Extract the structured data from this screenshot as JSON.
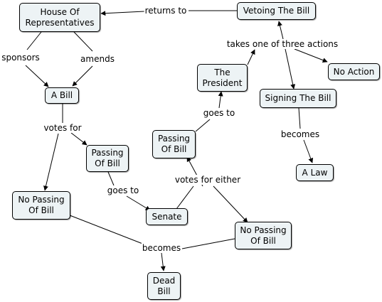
{
  "concepts": {
    "house": "House Of\nRepresentatives",
    "vetoing": "Vetoing The Bill",
    "a_bill": "A Bill",
    "president": "The\nPresident",
    "no_action": "No Action",
    "signing": "Signing The Bill",
    "passing_left": "Passing\nOf Bill",
    "passing_mid": "Passing\nOf Bill",
    "a_law": "A Law",
    "no_passing_left": "No Passing\nOf Bill",
    "senate": "Senate",
    "no_passing_right": "No Passing\nOf Bill",
    "dead_bill": "Dead\nBill"
  },
  "links": {
    "returns_to": "returns to",
    "sponsors": "sponsors",
    "amends": "amends",
    "takes_actions": "takes one of three actions",
    "votes_for": "votes for",
    "goes_to_president": "goes to",
    "becomes_law": "becomes",
    "goes_to_senate": "goes to",
    "votes_for_either": "votes for either",
    "becomes_dead": "becomes"
  },
  "colors": {
    "node_fill": "#edf3f5",
    "line": "#000000"
  }
}
